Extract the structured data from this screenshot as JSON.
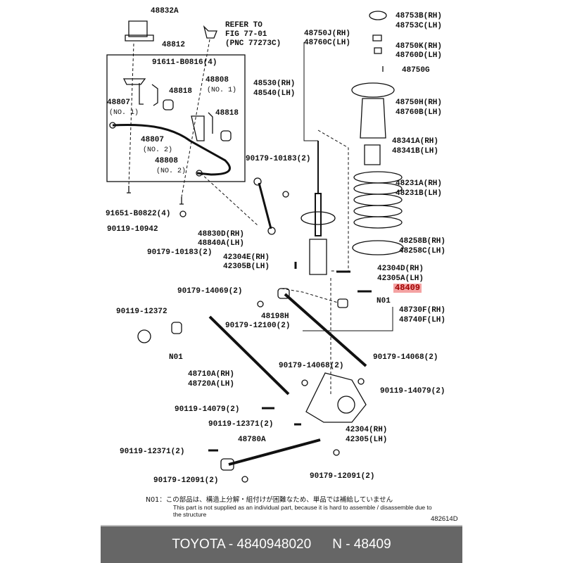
{
  "labels": {
    "l48832A": "48832A",
    "refer1": "REFER TO",
    "refer2": "FIG 77-01",
    "refer3": "(PNC 77273C)",
    "l48812": "48812",
    "l91611": "91611-B0816(4)",
    "l48807a": "48807",
    "l48807a_sub": "(NO. 1)",
    "l48818a": "48818",
    "l48808a": "48808",
    "l48808a_sub": "(NO. 1)",
    "l48818b": "48818",
    "l48807b": "48807",
    "l48807b_sub": "(NO. 2)",
    "l48808b": "48808",
    "l48808b_sub": "(NO. 2)",
    "l90179_10183a": "90179-10183(2)",
    "l91651": "91651-B0822(4)",
    "l90119_10942": "90119-10942",
    "l48830D": "48830D(RH)",
    "l48840A": "48840A(LH)",
    "l90179_10183b": "90179-10183(2)",
    "l48750J": "48750J(RH)",
    "l48760C": "48760C(LH)",
    "l48530": "48530(RH)",
    "l48540": "48540(LH)",
    "l42304E": "42304E(RH)",
    "l42305B": "42305B(LH)",
    "l48753B": "48753B(RH)",
    "l48753C": "48753C(LH)",
    "l48750K": "48750K(RH)",
    "l48760D": "48760D(LH)",
    "l48750G": "48750G",
    "l48750H": "48750H(RH)",
    "l48760B": "48760B(LH)",
    "l48341A": "48341A(RH)",
    "l48341B": "48341B(LH)",
    "l48231A": "48231A(RH)",
    "l48231B": "48231B(LH)",
    "l48258B": "48258B(RH)",
    "l48258C": "48258C(LH)",
    "l42304D": "42304D(RH)",
    "l42305A": "42305A(LH)",
    "l48409": "48409",
    "n01a": "N01",
    "l48730F": "48730F(RH)",
    "l48740F": "48740F(LH)",
    "l90179_14069": "90179-14069(2)",
    "l48198H": "48198H",
    "l90119_12372": "90119-12372",
    "l90179_12100": "90179-12100(2)",
    "n01b": "N01",
    "l48710A": "48710A(RH)",
    "l48720A": "48720A(LH)",
    "l90179_14068a": "90179-14068(2)",
    "l90179_14068b": "90179-14068(2)",
    "l90119_14079a": "90119-14079(2)",
    "l90119_14079b": "90119-14079(2)",
    "l90119_12371a": "90119-12371(2)",
    "l42304": "42304(RH)",
    "l42305": "42305(LH)",
    "l48780A": "48780A",
    "l90119_12371b": "90119-12371(2)",
    "l90179_12091a": "90179-12091(2)",
    "l90179_12091b": "90179-12091(2)"
  },
  "notes": {
    "jp": "N01：この部品は、構造上分解・組付けが困難なため、単品では補給していません",
    "en": "This part is not supplied as an individual part, because it is hard to assemble / disassemble due to the structure",
    "figure_no": "482614D"
  },
  "footer": {
    "part": "TOYOTA - 4840948020",
    "ref": "N - 48409"
  },
  "colors": {
    "highlight_bg": "#f4a3a3",
    "highlight_text": "#a00000",
    "footer_bg": "#666666"
  }
}
